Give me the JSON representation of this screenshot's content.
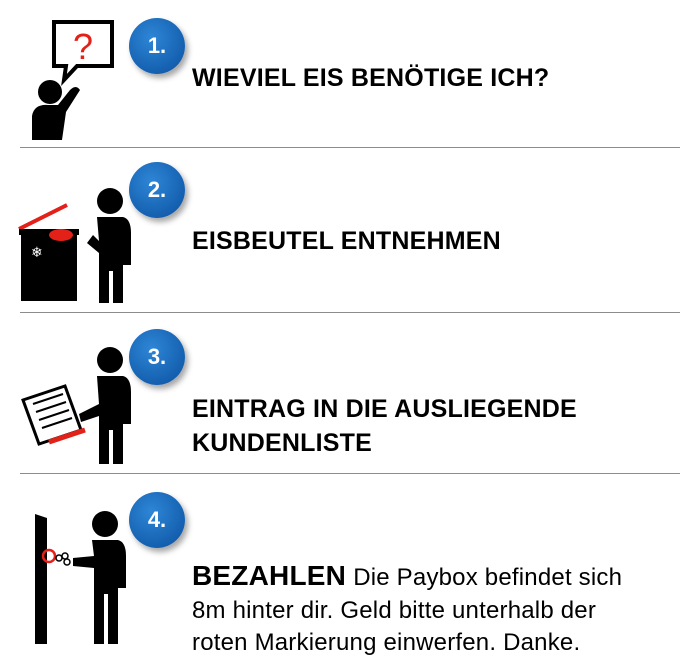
{
  "steps": [
    {
      "number": "1.",
      "title": "WIEVIEL EIS BENÖTIGE ICH?"
    },
    {
      "number": "2.",
      "title": "EISBEUTEL ENTNEHMEN"
    },
    {
      "number": "3.",
      "title_line1": "EINTRAG IN DIE AUSLIEGENDE",
      "title_line2": "KUNDENLISTE"
    },
    {
      "number": "4.",
      "title": "BEZAHLEN",
      "desc_line1": "Die Paybox befindet sich",
      "desc_line2": "8m hinter dir. Geld bitte unterhalb der",
      "desc_line3": "roten Markierung einwerfen. Danke."
    }
  ],
  "icons": {
    "question_mark": "?",
    "snowflake": "❄"
  },
  "colors": {
    "badge": "#1a6bbf",
    "accent_red": "#e32119",
    "divider": "#8c8c8c"
  }
}
